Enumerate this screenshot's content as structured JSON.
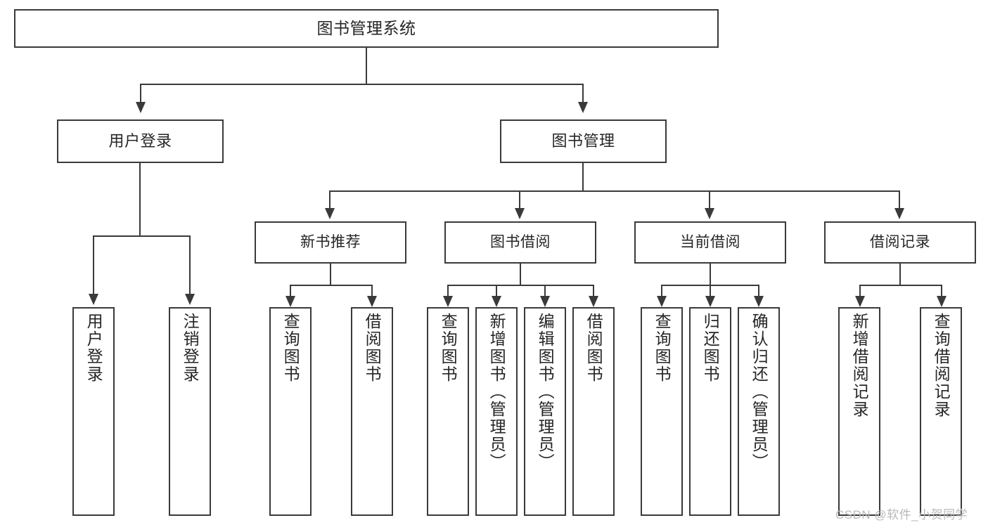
{
  "diagram": {
    "title": "图书管理系统",
    "type": "tree-hierarchy",
    "root": {
      "label": "图书管理系统"
    },
    "level2": [
      {
        "label": "用户登录"
      },
      {
        "label": "图书管理"
      }
    ],
    "level3": [
      {
        "label": "新书推荐"
      },
      {
        "label": "图书借阅"
      },
      {
        "label": "当前借阅"
      },
      {
        "label": "借阅记录"
      }
    ],
    "leaves": {
      "user_login": [
        {
          "label": "用户登录"
        },
        {
          "label": "注销登录"
        }
      ],
      "new_book_recommend": [
        {
          "label": "查询图书"
        },
        {
          "label": "借阅图书"
        }
      ],
      "book_borrow": [
        {
          "label": "查询图书"
        },
        {
          "label": "新增图书（管理员）"
        },
        {
          "label": "编辑图书（管理员）"
        },
        {
          "label": "借阅图书"
        }
      ],
      "current_borrow": [
        {
          "label": "查询图书"
        },
        {
          "label": "归还图书"
        },
        {
          "label": "确认归还（管理员）"
        }
      ],
      "borrow_record": [
        {
          "label": "新增借阅记录"
        },
        {
          "label": "查询借阅记录"
        }
      ]
    }
  },
  "watermark": {
    "text": "CSDN @软件_小贺同学"
  },
  "colors": {
    "stroke": "#3a3a3a",
    "text": "#262626",
    "background": "#ffffff",
    "watermark": "#b9b9b9"
  }
}
